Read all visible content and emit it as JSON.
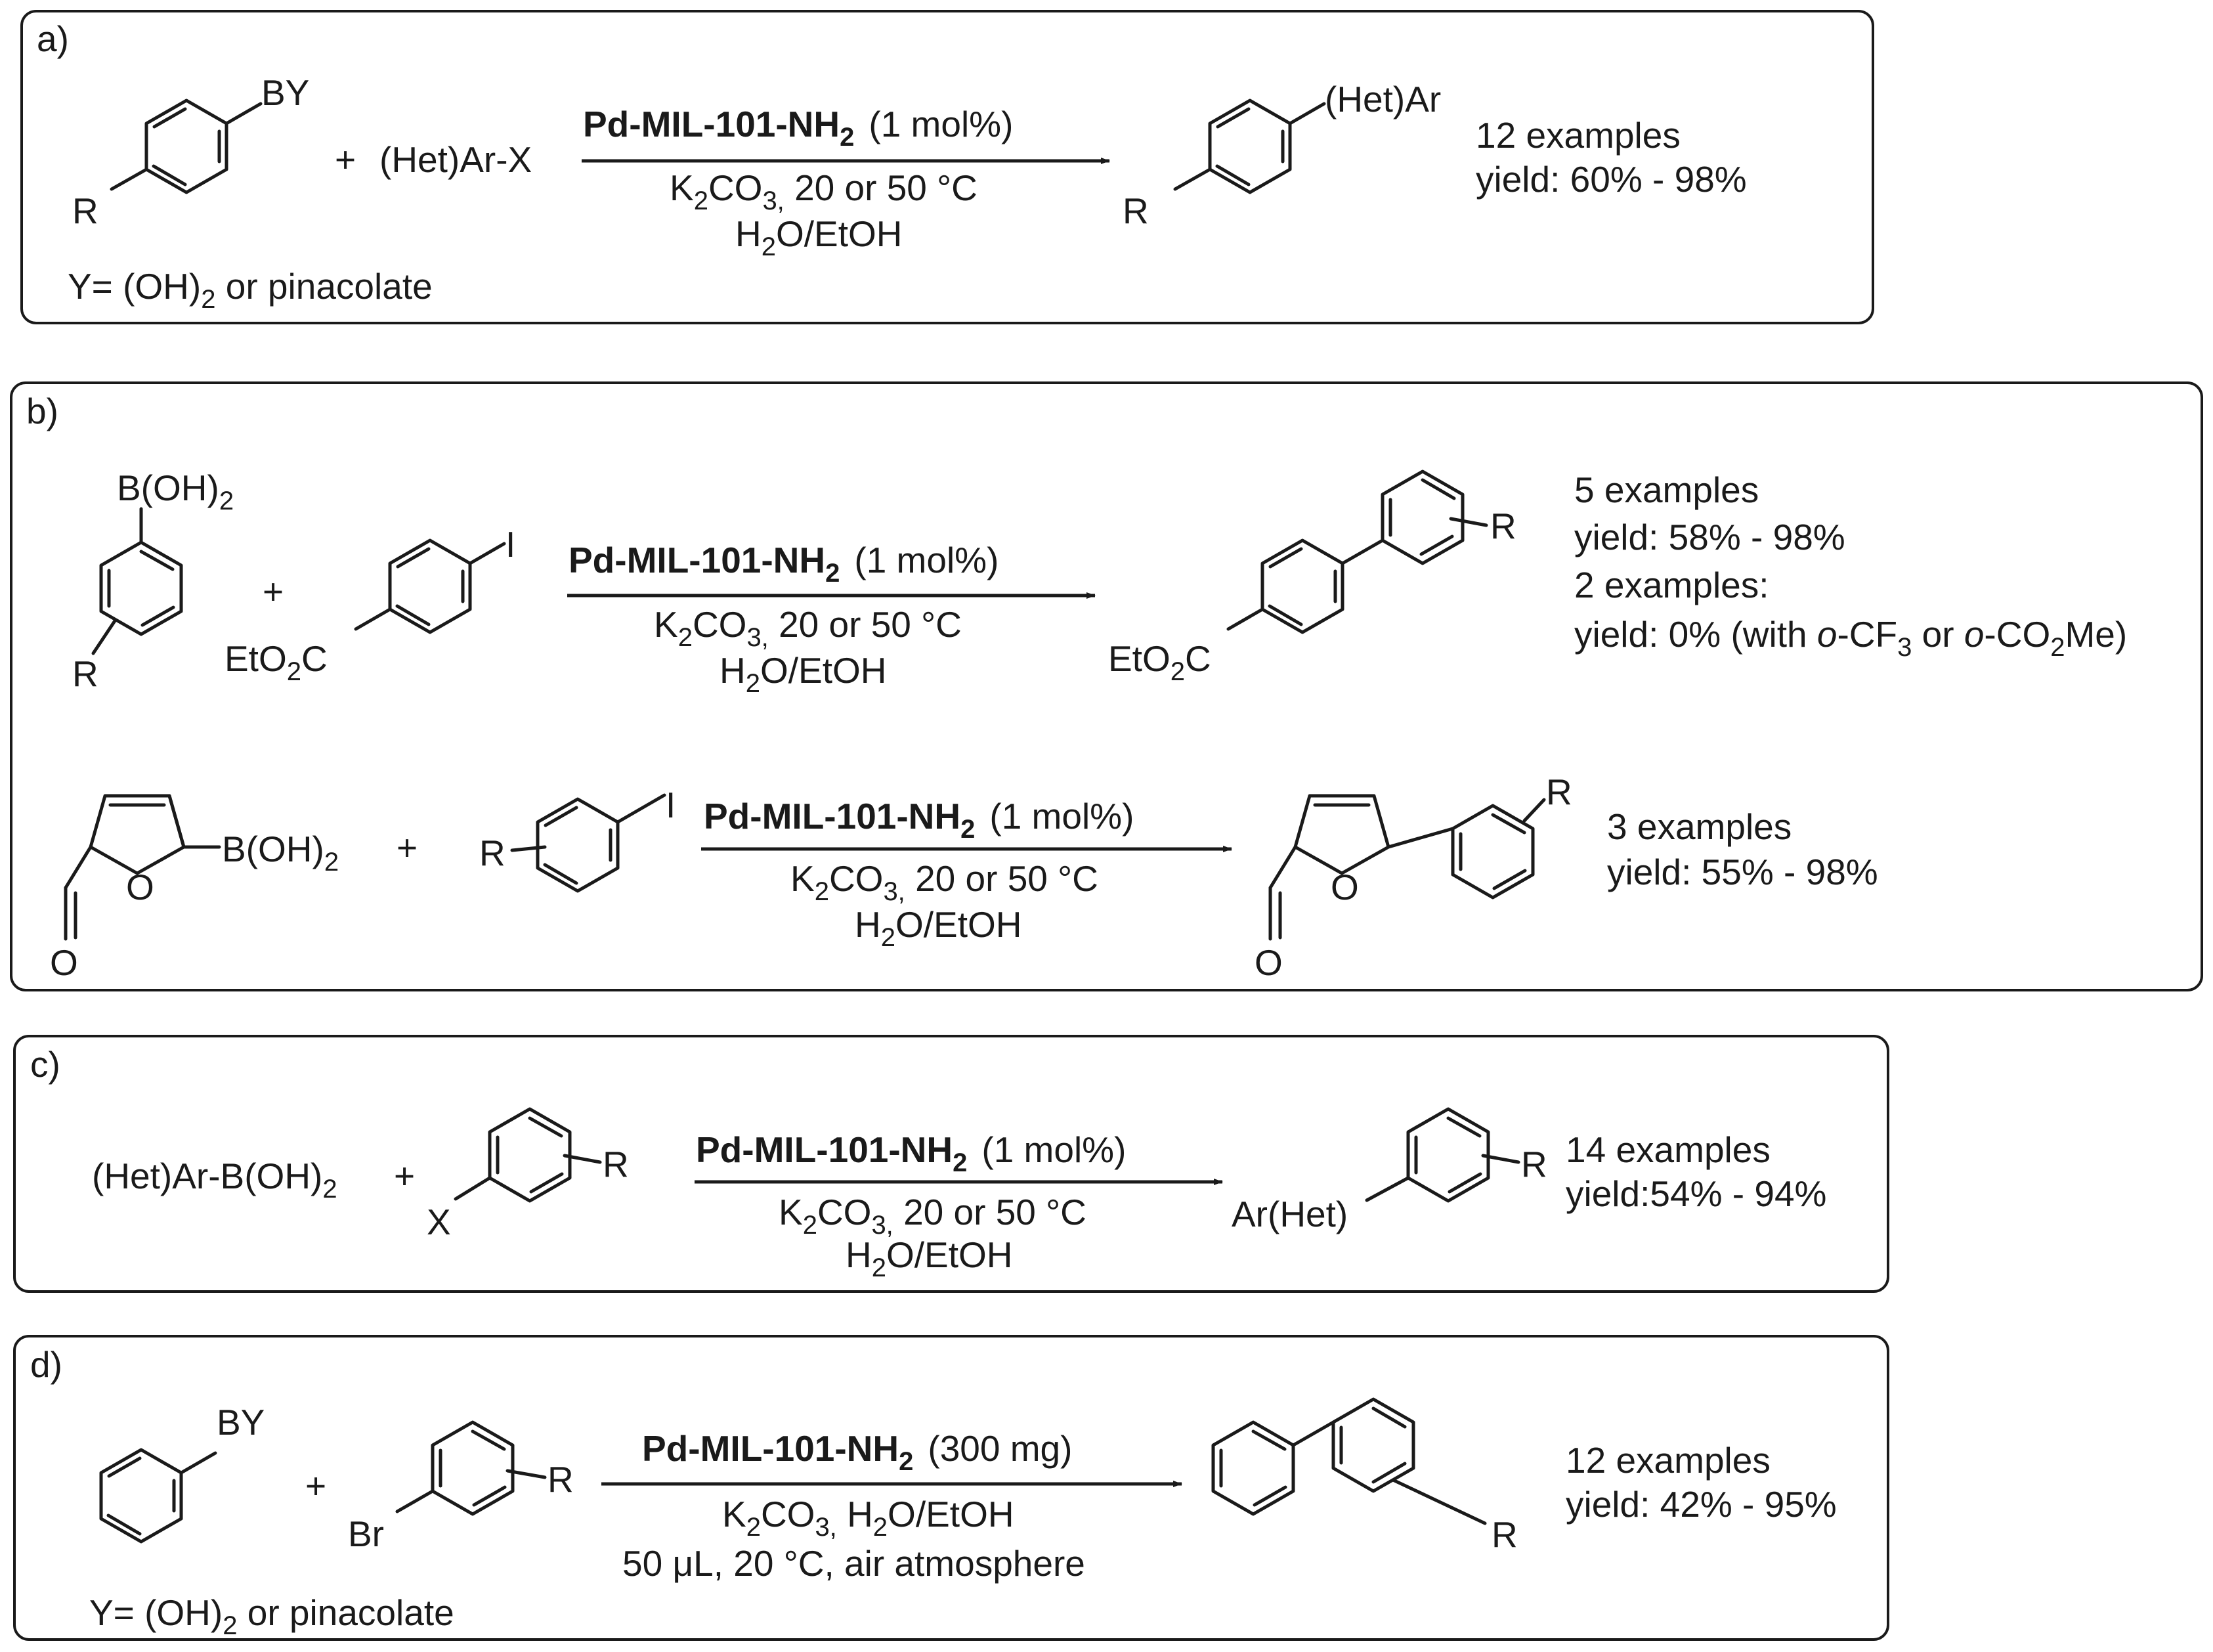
{
  "colors": {
    "line": "#1a1a1a",
    "background": "#ffffff"
  },
  "panels": {
    "a": {
      "tag": "a)",
      "boron": "BY",
      "r": "R",
      "plus": "+",
      "partner": "(Het)Ar-X",
      "catalyst": "Pd-MIL-101-NH",
      "catalyst_sub": "2",
      "loading": "(1 mol%)",
      "base_a": "K",
      "base_sub1": "2",
      "base_b": "CO",
      "base_sub2": "3,",
      "base_rest": " 20 or 50 °C",
      "solvent_a": "H",
      "solvent_sub": "2",
      "solvent_b": "O/EtOH",
      "product_sub": "(Het)Ar",
      "product_r": "R",
      "examples": "12 examples",
      "yield": "yield: 60% - 98%",
      "note_a": "Y= (OH)",
      "note_sub": "2",
      "note_b": " or pinacolate"
    },
    "b": {
      "tag": "b)",
      "row1": {
        "boron_a": "B(OH)",
        "boron_sub": "2",
        "r": "R",
        "plus": "+",
        "iodo": "I",
        "ester_a": "EtO",
        "ester_sub": "2",
        "ester_b": "C",
        "catalyst": "Pd-MIL-101-NH",
        "catalyst_sub": "2",
        "loading": "(1 mol%)",
        "base_a": "K",
        "base_sub1": "2",
        "base_b": "CO",
        "base_sub2": "3,",
        "base_rest": " 20 or 50 °C",
        "solvent_a": "H",
        "solvent_sub": "2",
        "solvent_b": "O/EtOH",
        "product_r": "R",
        "product_ester_a": "EtO",
        "product_ester_sub": "2",
        "product_ester_b": "C",
        "examples1": "5 examples",
        "yield1": "yield: 58% - 98%",
        "examples2": "2 examples:",
        "yield2_a": "yield: 0% (with ",
        "yield2_o1": "o",
        "yield2_b": "-CF",
        "yield2_sub1": "3",
        "yield2_c": " or ",
        "yield2_o2": "o",
        "yield2_d": "-CO",
        "yield2_sub2": "2",
        "yield2_e": "Me)"
      },
      "row2": {
        "boron_a": "B(OH)",
        "boron_sub": "2",
        "ring_o": "O",
        "carbonyl_o": "O",
        "plus": "+",
        "r": "R",
        "iodo": "I",
        "catalyst": "Pd-MIL-101-NH",
        "catalyst_sub": "2",
        "loading": "(1 mol%)",
        "base_a": "K",
        "base_sub1": "2",
        "base_b": "CO",
        "base_sub2": "3,",
        "base_rest": " 20 or 50 °C",
        "solvent_a": "H",
        "solvent_sub": "2",
        "solvent_b": "O/EtOH",
        "product_ring_o": "O",
        "product_carbonyl_o": "O",
        "product_r": "R",
        "examples": "3 examples",
        "yield": "yield: 55% - 98%"
      }
    },
    "c": {
      "tag": "c)",
      "boron_a": "(Het)Ar-B(OH)",
      "boron_sub": "2",
      "plus": "+",
      "x": "X",
      "r": "R",
      "catalyst": "Pd-MIL-101-NH",
      "catalyst_sub": "2",
      "loading": "(1 mol%)",
      "base_a": "K",
      "base_sub1": "2",
      "base_b": "CO",
      "base_sub2": "3,",
      "base_rest": " 20 or 50 °C",
      "solvent_a": "H",
      "solvent_sub": "2",
      "solvent_b": "O/EtOH",
      "product_sub": "Ar(Het)",
      "product_r": "R",
      "examples": "14 examples",
      "yield": "yield:54% - 94%"
    },
    "d": {
      "tag": "d)",
      "boron": "BY",
      "plus": "+",
      "br": "Br",
      "r": "R",
      "catalyst": "Pd-MIL-101-NH",
      "catalyst_sub": "2",
      "loading": "(300 mg)",
      "base_a": "K",
      "base_sub1": "2",
      "base_b": "CO",
      "base_sub2": "3,",
      "base_rest": " H",
      "base_sub3": "2",
      "base_c": "O/EtOH",
      "conditions": "50 μL, 20 °C, air atmosphere",
      "product_r": "R",
      "examples": "12 examples",
      "yield": "yield: 42% - 95%",
      "note_a": "Y= (OH)",
      "note_sub": "2",
      "note_b": " or pinacolate"
    }
  }
}
